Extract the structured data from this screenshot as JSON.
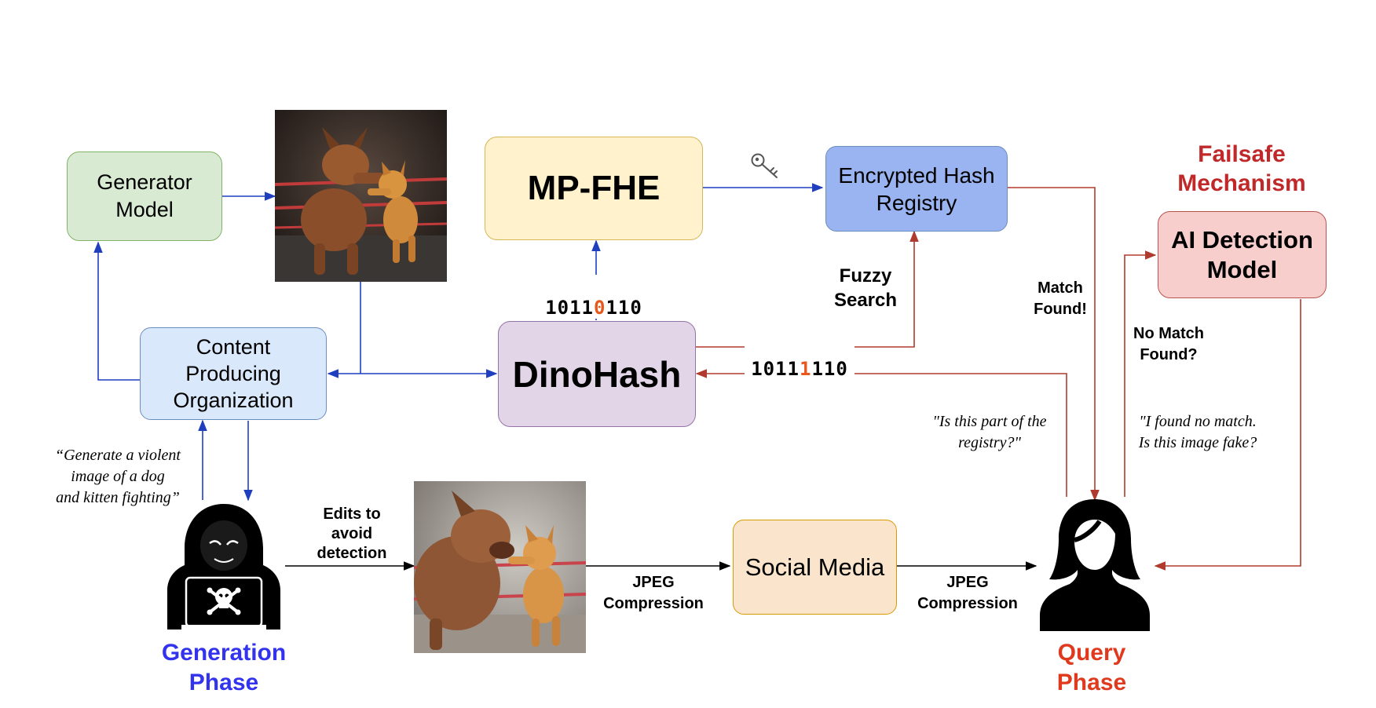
{
  "nodes": {
    "generator_model": "Generator\nModel",
    "content_producing_org": "Content\nProducing\nOrganization",
    "mp_fhe": "MP-FHE",
    "dinohash": "DinoHash",
    "encrypted_hash_registry": "Encrypted Hash\nRegistry",
    "ai_detection_model": "AI Detection\nModel",
    "social_media": "Social Media"
  },
  "labels": {
    "failsafe_mechanism": "Failsafe\nMechanism",
    "generation_phase": "Generation\nPhase",
    "query_phase": "Query\nPhase",
    "fuzzy_search": "Fuzzy\nSearch",
    "match_found": "Match\nFound!",
    "no_match_found": "No Match\nFound?",
    "edits_to_avoid_detection": "Edits to\navoid\ndetection",
    "jpeg_compression_1": "JPEG\nCompression",
    "jpeg_compression_2": "JPEG\nCompression"
  },
  "hashes": {
    "mpfhe_hash": {
      "prefix": "1011",
      "flip": "0",
      "suffix": "110"
    },
    "registry_hash": {
      "prefix": "1011",
      "flip": "1",
      "suffix": "110"
    }
  },
  "quotes": {
    "attacker_prompt": "“Generate a violent\nimage of a dog\nand kitten fighting”",
    "registry_question": "\"Is this part of the\nregistry?\"",
    "fake_question": "\"I found no match.\nIs this image fake?"
  },
  "icons": {
    "hacker": "hacker-with-laptop-icon",
    "user": "woman-user-icon",
    "key": "key-icon",
    "image_original": "dog-kitten-boxing-image",
    "image_edited": "dog-kitten-boxing-edited-image"
  },
  "colors": {
    "generator_fill": "#d9ead3",
    "generator_border": "#82b366",
    "org_fill": "#dae8fc",
    "org_border": "#6c8ebf",
    "mpfhe_fill": "#fff2cc",
    "mpfhe_border": "#d6b656",
    "dinohash_fill": "#e1d5e7",
    "dinohash_border": "#9673a6",
    "registry_fill": "#99b4f0",
    "registry_border": "#6c8ebf",
    "ai_fill": "#f8cecc",
    "ai_border": "#b85450",
    "social_fill": "#fae5cc",
    "social_border": "#d79b00",
    "blue_arrow": "#1f3fbf",
    "red_arrow": "#b03a2e",
    "generation_text": "#3333ee",
    "query_text": "#e03a1e",
    "failsafe_text": "#c0282a",
    "hash_flip": "#e8581c"
  }
}
